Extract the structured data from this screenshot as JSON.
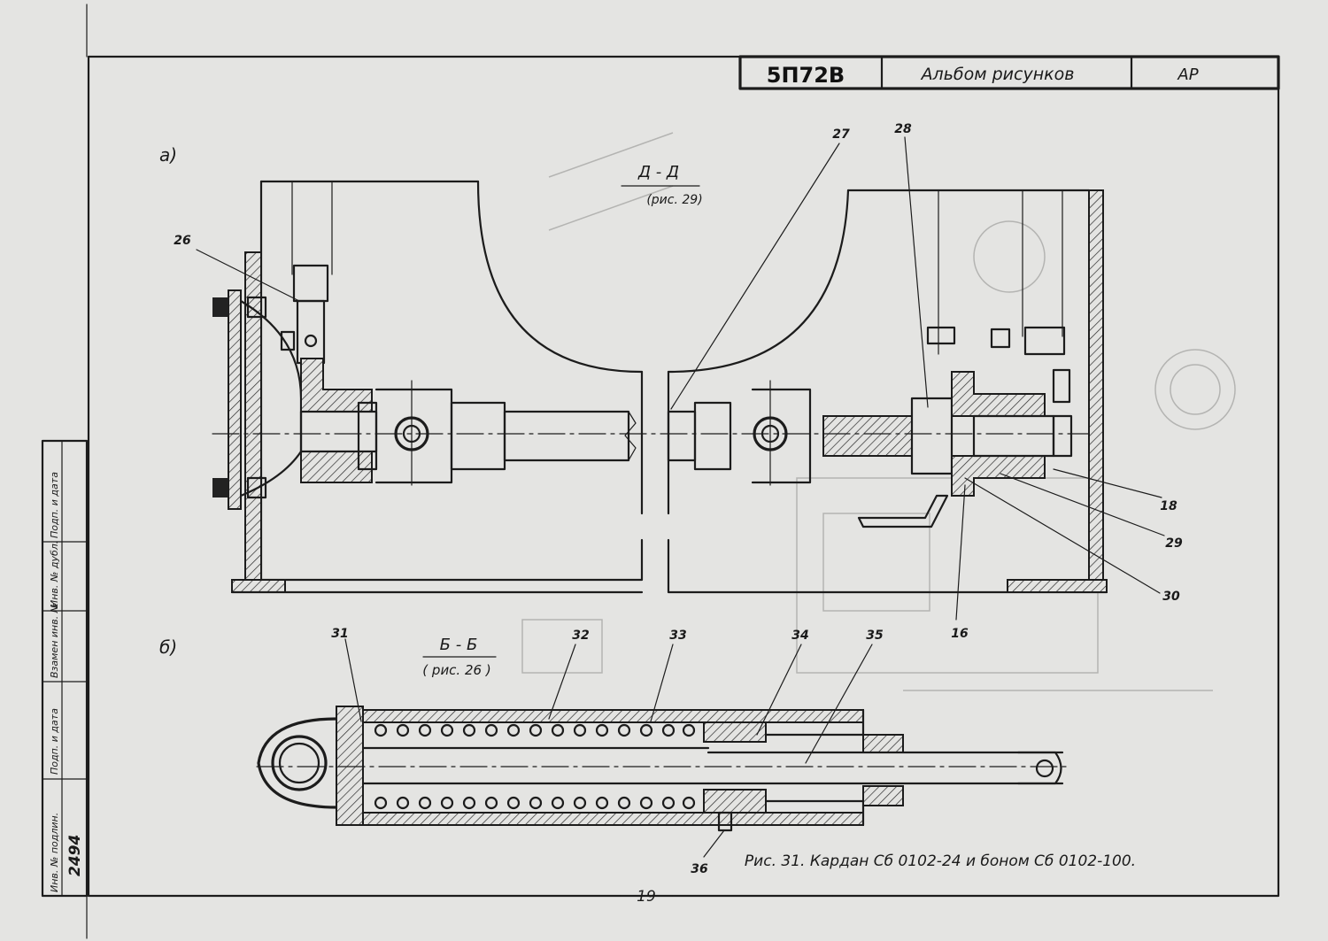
{
  "title_block": {
    "code": "5П72В",
    "album": "Альбом рисунков",
    "sheet_code": "АР"
  },
  "views": {
    "a": {
      "label": "а)",
      "section": "Д - Д",
      "ref": "(рис. 29)"
    },
    "b": {
      "label": "б)",
      "section": "Б - Б",
      "ref": "( рис. 26 )"
    }
  },
  "callouts_a": [
    "26",
    "27",
    "28",
    "18",
    "29",
    "30",
    "16"
  ],
  "callouts_b": [
    "31",
    "32",
    "33",
    "34",
    "35",
    "36"
  ],
  "caption": "Рис. 31. Кардан Сб 0102-24 и боном Сб 0102-100.",
  "page_number": "19",
  "side_stamp": {
    "fields": [
      "Инв. № подлин.",
      "Подп. и дата",
      "Взамен инв. №",
      "Инв. № дубл.",
      "Подп. и дата"
    ],
    "inventory_number": "2494"
  },
  "colors": {
    "paper": "#e4e4e2",
    "ink": "#1c1c1c",
    "ghost": "#b4b4b2"
  }
}
